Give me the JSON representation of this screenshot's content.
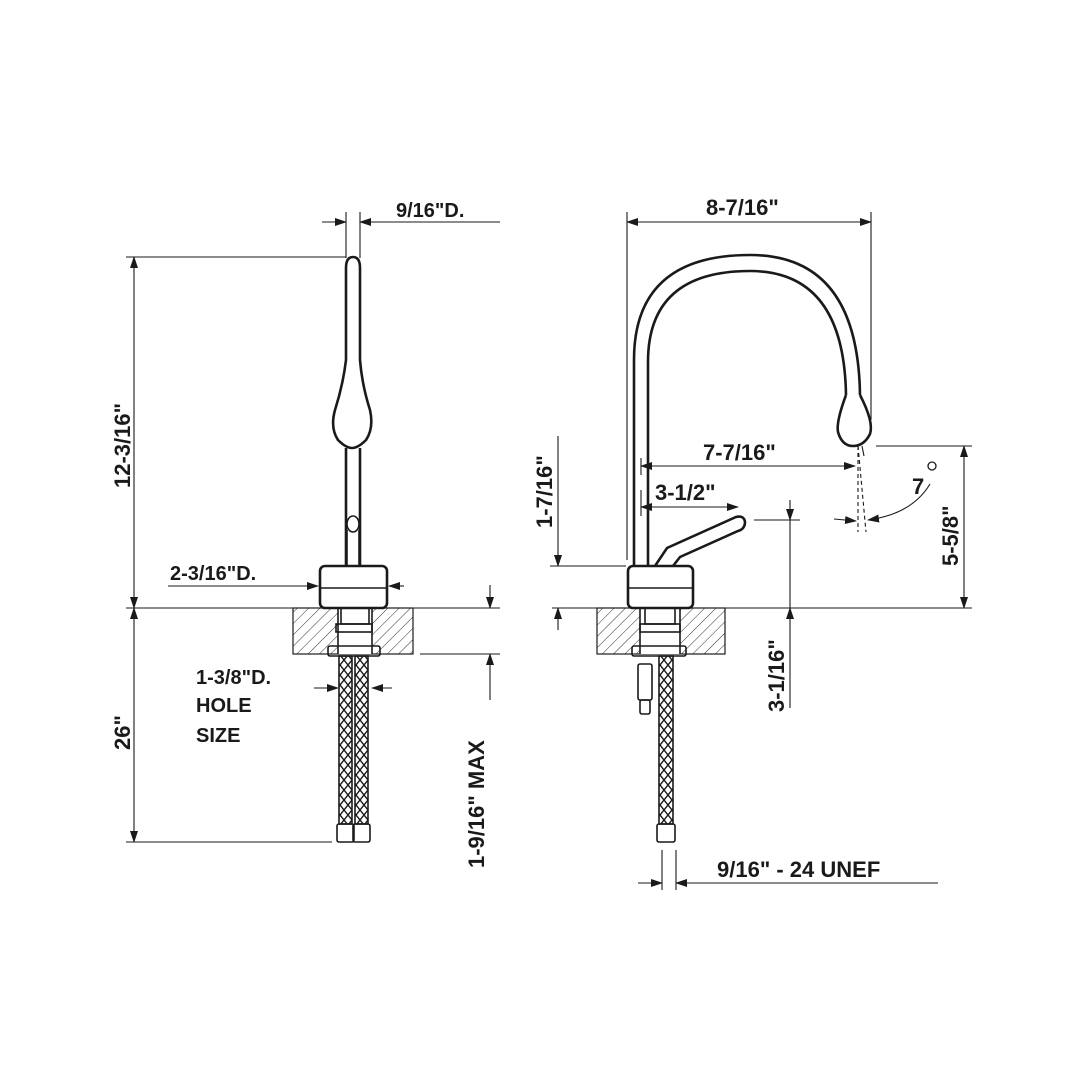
{
  "dimensions": {
    "side_top_diameter": "9/16\"D.",
    "side_height": "12-3/16\"",
    "base_diameter": "2-3/16\"D.",
    "hole_size_line1": "1-3/8\"D.",
    "hole_size_line2": "HOLE",
    "hole_size_line3": "SIZE",
    "hose_length": "26\"",
    "deck_max": "1-9/16\" MAX",
    "spout_reach": "8-7/16\"",
    "spout_to_outlet": "7-7/16\"",
    "handle_reach": "3-1/2\"",
    "handle_height": "1-7/16\"",
    "spray_angle": "7",
    "outlet_height": "5-5/8\"",
    "below_deck": "3-1/16\"",
    "thread_spec": "9/16\" - 24 UNEF"
  }
}
